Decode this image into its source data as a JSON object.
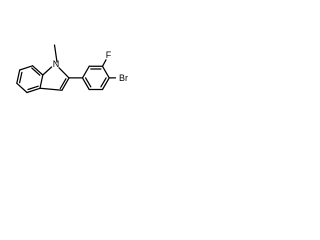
{
  "molecule": {
    "atoms": {
      "nitrogen": "N",
      "fluorine": "F",
      "bromine": "Br"
    },
    "colors": {
      "bond": "#000000",
      "label": "#000000",
      "background": "#ffffff"
    }
  }
}
